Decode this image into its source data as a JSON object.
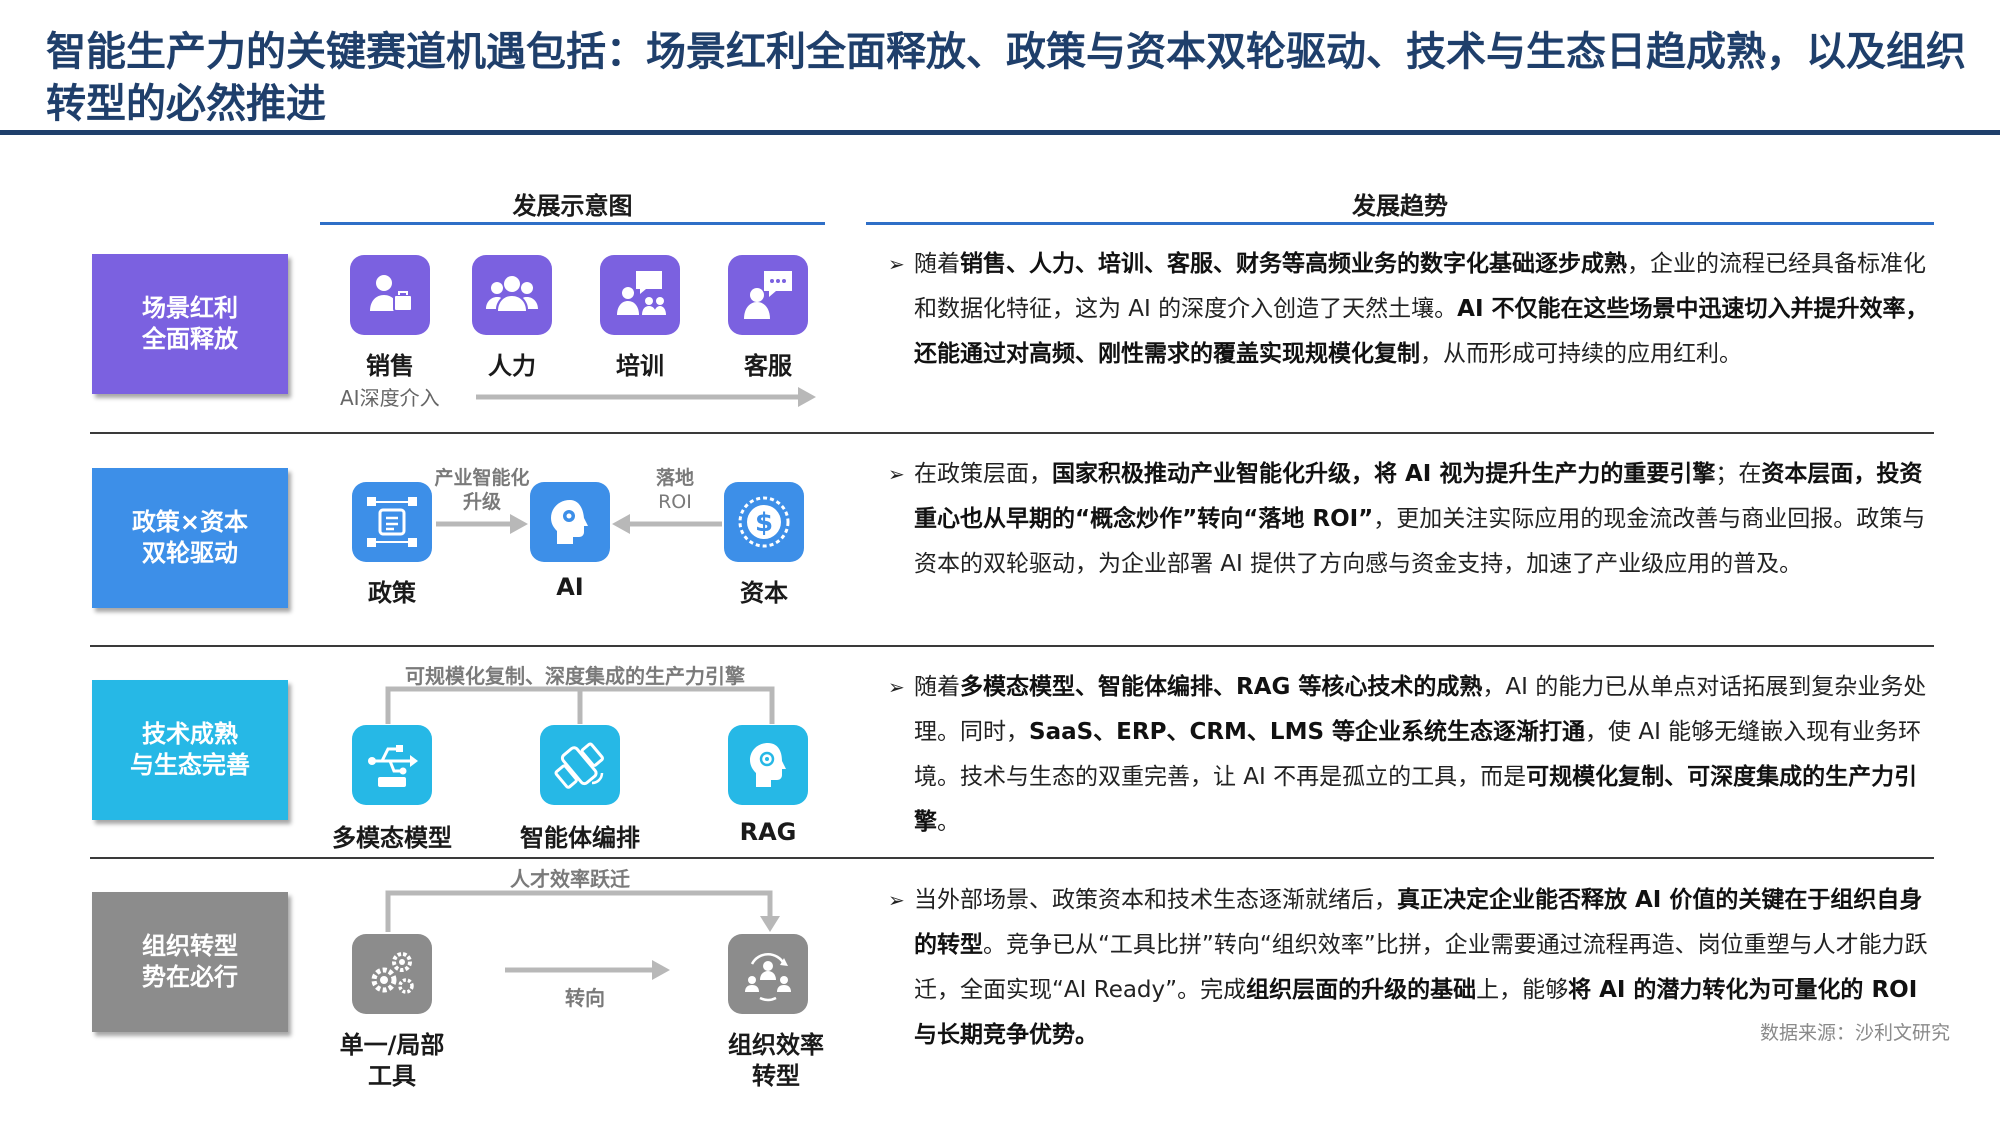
{
  "title": "智能生产力的关键赛道机遇包括：场景红利全面释放、政策与资本双轮驱动、技术与生态日趋成熟，以及组织转型的必然推进",
  "columns": {
    "left": "发展示意图",
    "right": "发展趋势"
  },
  "colors": {
    "title": "#1f3f6b",
    "purple": "#7b61e0",
    "blue": "#3d8fe8",
    "cyan": "#26b8e6",
    "gray": "#8c8c8c"
  },
  "row1": {
    "label": "场景红利\n全面释放",
    "icons": [
      {
        "name": "sales-icon",
        "label": "销售"
      },
      {
        "name": "hr-icon",
        "label": "人力"
      },
      {
        "name": "training-icon",
        "label": "培训"
      },
      {
        "name": "customer-service-icon",
        "label": "客服"
      }
    ],
    "arrow_label": "AI深度介入",
    "trend": [
      {
        "t": "随着",
        "b": false
      },
      {
        "t": "销售、人力、培训、客服、财务等高频业务的数字化基础逐步成熟",
        "b": true
      },
      {
        "t": "，企业的流程已经具备标准化和数据化特征，这为 AI 的深度介入创造了天然土壤。",
        "b": false
      },
      {
        "t": "AI 不仅能在这些场景中迅速切入并提升效率，还能通过对高频、刚性需求的覆盖实现规模化复制",
        "b": true
      },
      {
        "t": "，从而形成可持续的应用红利。",
        "b": false
      }
    ]
  },
  "row2": {
    "label": "政策×资本\n双轮驱动",
    "nodes": [
      "政策",
      "AI",
      "资本"
    ],
    "left_arrow_label": "产业智能化升级",
    "right_arrow_label_1": "落地",
    "right_arrow_label_2": "ROI",
    "trend": [
      {
        "t": "在政策层面，",
        "b": false
      },
      {
        "t": "国家积极推动产业智能化升级，将 AI 视为提升生产力的重要引擎",
        "b": true
      },
      {
        "t": "；在",
        "b": false
      },
      {
        "t": "资本层面，投资重心也从早期的“概念炒作”转向“落地 ROI”",
        "b": true
      },
      {
        "t": "，更加关注实际应用的现金流改善与商业回报。政策与资本的双轮驱动，为企业部署 AI 提供了方向感与资金支持，加速了产业级应用的普及。",
        "b": false
      }
    ]
  },
  "row3": {
    "label": "技术成熟\n与生态完善",
    "bracket_label": "可规模化复制、深度集成的生产力引擎",
    "icons": [
      {
        "name": "multimodal-icon",
        "label": "多模态模型"
      },
      {
        "name": "agent-orchestration-icon",
        "label": "智能体编排"
      },
      {
        "name": "rag-icon",
        "label": "RAG"
      }
    ],
    "trend": [
      {
        "t": "随着",
        "b": false
      },
      {
        "t": "多模态模型、智能体编排、RAG 等核心技术的成熟",
        "b": true
      },
      {
        "t": "，AI 的能力已从单点对话拓展到复杂业务处理。同时，",
        "b": false
      },
      {
        "t": "SaaS、ERP、CRM、LMS 等企业系统生态逐渐打通",
        "b": true
      },
      {
        "t": "，使 AI 能够无缝嵌入现有业务环境。技术与生态的双重完善，让 AI 不再是孤立的工具，而是",
        "b": false
      },
      {
        "t": "可规模化复制、可深度集成的生产力引擎",
        "b": true
      },
      {
        "t": "。",
        "b": false
      }
    ]
  },
  "row4": {
    "label": "组织转型\n势在必行",
    "top_label": "人才效率跃迁",
    "mid_label": "转向",
    "left_caption": "单一/局部\n工具",
    "right_caption": "组织效率\n转型",
    "trend": [
      {
        "t": "当外部场景、政策资本和技术生态逐渐就绪后，",
        "b": false
      },
      {
        "t": "真正决定企业能否释放 AI 价值的关键在于组织自身的转型",
        "b": true
      },
      {
        "t": "。竞争已从“工具比拼”转向“组织效率”比拼，企业需要通过流程再造、岗位重塑与人才能力跃迁，全面实现“AI Ready”。完成",
        "b": false
      },
      {
        "t": "组织层面的升级的基础",
        "b": true
      },
      {
        "t": "上，能够",
        "b": false
      },
      {
        "t": "将 AI 的潜力转化为可量化的 ROI 与长期竞争优势。",
        "b": true
      }
    ]
  },
  "source": "数据来源：沙利文研究"
}
